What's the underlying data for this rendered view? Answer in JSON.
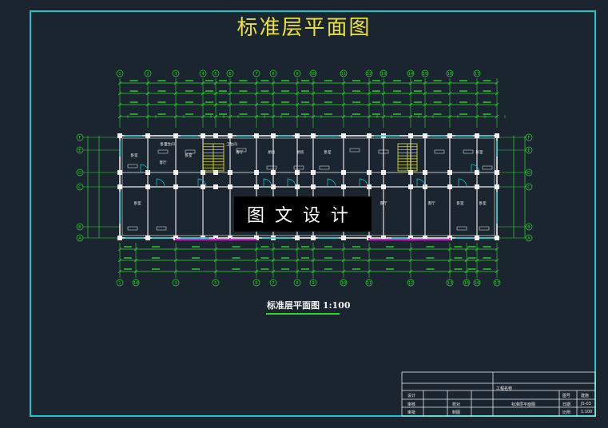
{
  "drawing": {
    "title": "标准层平面图",
    "plan_caption": "标准层平面图 1:100",
    "watermark": "图文设计",
    "axis_labels_top": [
      "1",
      "2",
      "3",
      "4",
      "5",
      "6",
      "7",
      "8",
      "9",
      "10",
      "11",
      "12",
      "13",
      "14",
      "15",
      "16",
      "17"
    ],
    "axis_labels_bottom": [
      "1",
      "14",
      "3",
      "5",
      "6",
      "7",
      "8",
      "9",
      "10",
      "11",
      "12",
      "13",
      "14",
      "16",
      "17"
    ],
    "axis_labels_side": [
      "F",
      "E",
      "D",
      "C",
      "B",
      "A"
    ],
    "room_labels": [
      "卧室",
      "卧室",
      "客厅",
      "卧室",
      "客厅",
      "卫生间",
      "厨房",
      "厨房",
      "卧室",
      "客厅",
      "客厅",
      "卧室",
      "卧室",
      "卧室",
      "卫生间",
      "卧室"
    ],
    "colors": {
      "background": "#1b2530",
      "frame": "#19c8c8",
      "walls": "#f0f0f0",
      "dimensions": "#2fd62f",
      "stairs": "#e6e633",
      "balcony": "#d020d0",
      "title": "#e8e040"
    }
  },
  "title_block": {
    "project_label": "工程名称",
    "sheet_title": "标准层平面图",
    "rows_left": [
      "设计",
      "审核",
      "审批"
    ],
    "rows_mid": [
      "校对",
      "制图"
    ],
    "rows_right": [
      "图号",
      "日期",
      "比例"
    ],
    "right_values": [
      "建施",
      "JS-03",
      "1:100"
    ]
  }
}
